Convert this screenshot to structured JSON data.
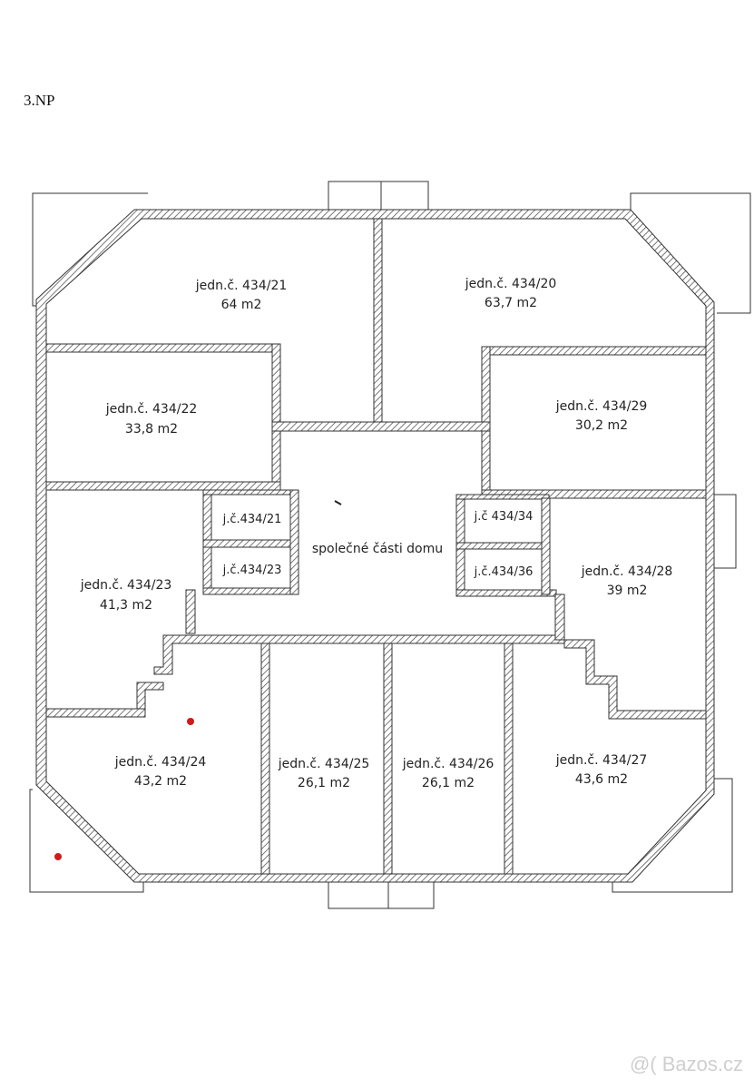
{
  "floor_label": "3.NP",
  "common_area": "společné části domu",
  "watermark": "@( Bazos.cz",
  "units": [
    {
      "name": "jedn.č. 434/21",
      "area": "64 m2"
    },
    {
      "name": "jedn.č. 434/20",
      "area": "63,7 m2"
    },
    {
      "name": "jedn.č. 434/22",
      "area": "33,8 m2"
    },
    {
      "name": "jedn.č. 434/29",
      "area": "30,2 m2"
    },
    {
      "name": "jedn.č. 434/23",
      "area": "41,3 m2"
    },
    {
      "name": "jedn.č. 434/28",
      "area": "39 m2"
    },
    {
      "name": "jedn.č. 434/24",
      "area": "43,2 m2"
    },
    {
      "name": "jedn.č. 434/25",
      "area": "26,1 m2"
    },
    {
      "name": "jedn.č. 434/26",
      "area": "26,1 m2"
    },
    {
      "name": "jedn.č. 434/27",
      "area": "43,6 m2"
    }
  ],
  "cellars": [
    "j.č.434/21",
    "j.č.434/23",
    "j.č 434/34",
    "j.č.434/36"
  ],
  "colors": {
    "wall_hatch": "#555555",
    "marker": "#d11a1a"
  }
}
